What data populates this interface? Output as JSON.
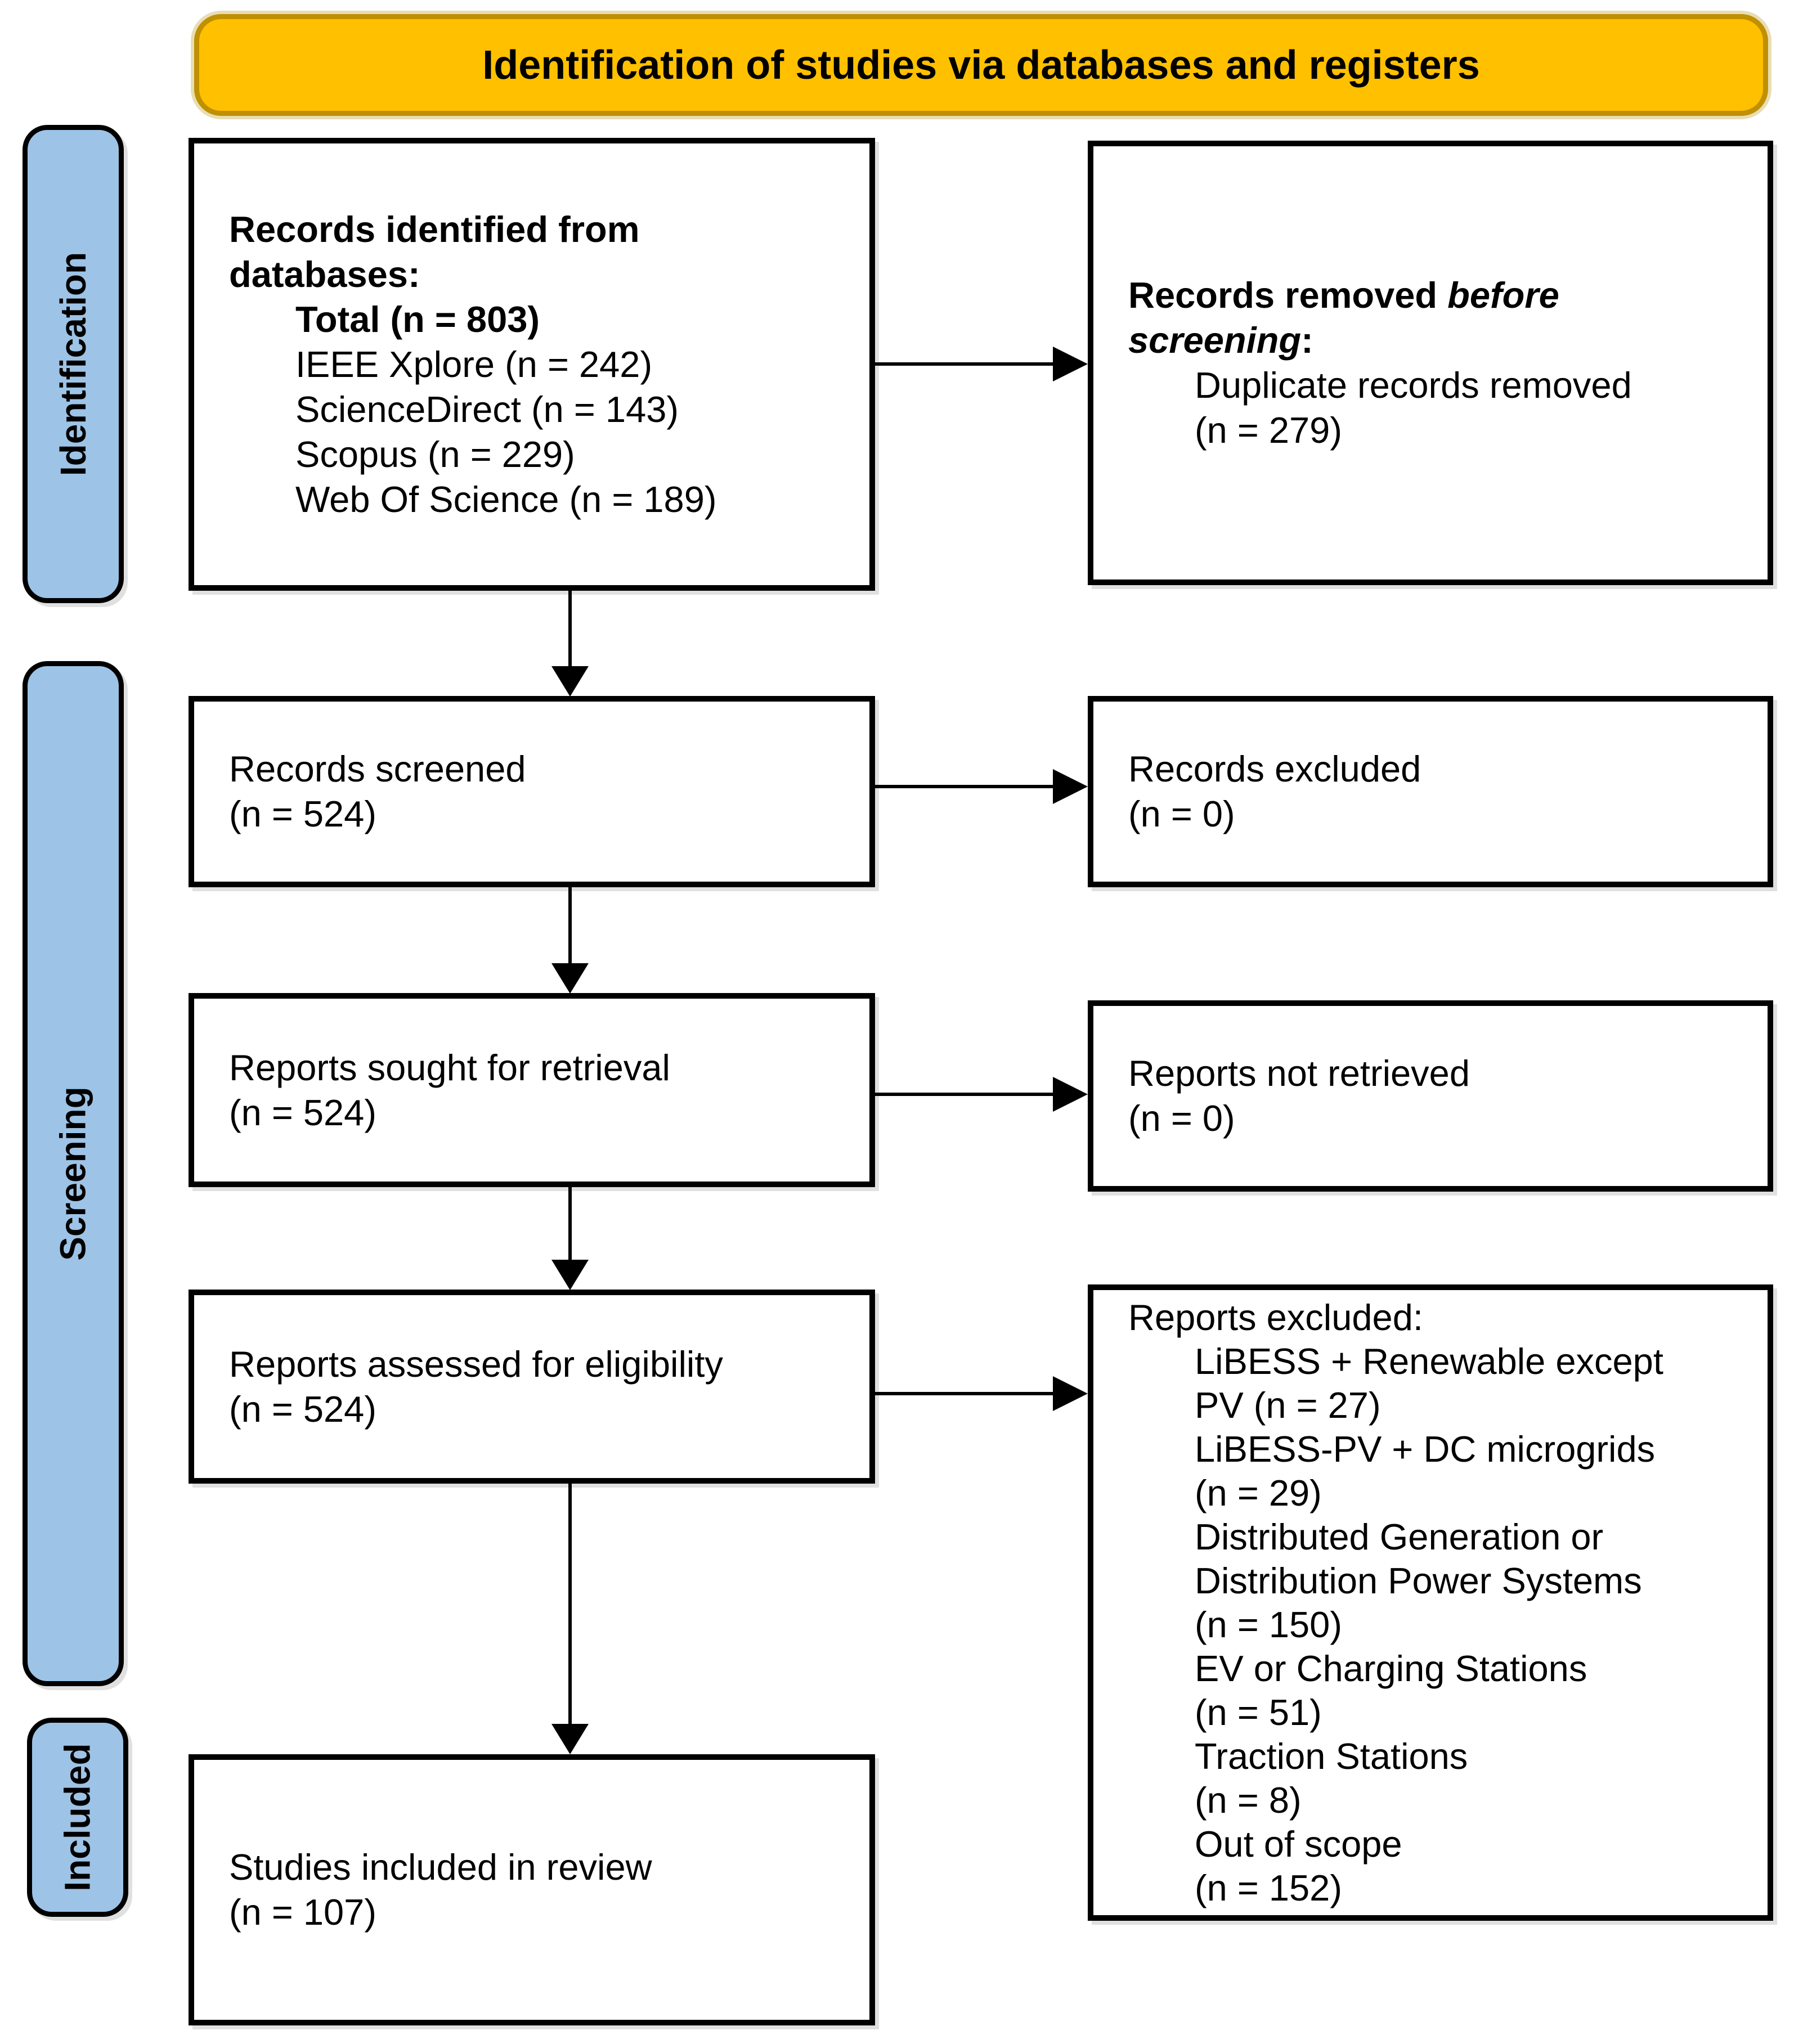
{
  "banner": {
    "label": "Identification of studies via databases and registers"
  },
  "sidebar": {
    "identification": "Identification",
    "screening": "Screening",
    "included": "Included"
  },
  "colors": {
    "banner_bg": "#FFC000",
    "banner_border": "#BF9000",
    "stage_bg": "#9DC3E6",
    "box_border": "#000000",
    "background": "#FFFFFF"
  },
  "boxes": {
    "records_identified": {
      "lines": [
        {
          "segs": [
            {
              "t": "Records identified from",
              "b": true
            }
          ]
        },
        {
          "segs": [
            {
              "t": "databases:",
              "b": true
            }
          ]
        },
        {
          "indent": 1,
          "segs": [
            {
              "t": "Total (n = 803)",
              "b": true
            }
          ]
        },
        {
          "indent": 1,
          "segs": [
            {
              "t": "IEEE Xplore (n = 242)"
            }
          ]
        },
        {
          "indent": 1,
          "segs": [
            {
              "t": "ScienceDirect (n = 143)"
            }
          ]
        },
        {
          "indent": 1,
          "segs": [
            {
              "t": "Scopus (n = 229)"
            }
          ]
        },
        {
          "indent": 1,
          "segs": [
            {
              "t": "Web Of Science (n = 189)"
            }
          ]
        }
      ]
    },
    "records_removed": {
      "lines": [
        {
          "segs": [
            {
              "t": "Records removed ",
              "b": true
            },
            {
              "t": "before",
              "b": true,
              "i": true
            }
          ]
        },
        {
          "segs": [
            {
              "t": "screening",
              "b": true,
              "i": true
            },
            {
              "t": ":",
              "b": true
            }
          ]
        },
        {
          "indent": 1,
          "segs": [
            {
              "t": "Duplicate records removed"
            }
          ]
        },
        {
          "indent": 1,
          "segs": [
            {
              "t": "(n = 279)"
            }
          ]
        }
      ]
    },
    "records_screened": {
      "lines": [
        {
          "segs": [
            {
              "t": "Records screened"
            }
          ]
        },
        {
          "segs": [
            {
              "t": "(n = 524)"
            }
          ]
        }
      ]
    },
    "records_excluded": {
      "lines": [
        {
          "segs": [
            {
              "t": "Records excluded"
            }
          ]
        },
        {
          "segs": [
            {
              "t": "(n = 0)"
            }
          ]
        }
      ]
    },
    "reports_sought": {
      "lines": [
        {
          "segs": [
            {
              "t": "Reports sought for retrieval"
            }
          ]
        },
        {
          "segs": [
            {
              "t": "(n = 524)"
            }
          ]
        }
      ]
    },
    "reports_not_retrieved": {
      "lines": [
        {
          "segs": [
            {
              "t": "Reports not retrieved"
            }
          ]
        },
        {
          "segs": [
            {
              "t": "(n = 0)"
            }
          ]
        }
      ]
    },
    "reports_assessed": {
      "lines": [
        {
          "segs": [
            {
              "t": "Reports assessed for eligibility"
            }
          ]
        },
        {
          "segs": [
            {
              "t": "(n = 524)"
            }
          ]
        }
      ]
    },
    "reports_excluded": {
      "lines": [
        {
          "segs": [
            {
              "t": "Reports excluded:"
            }
          ]
        },
        {
          "indent": 1,
          "segs": [
            {
              "t": "LiBESS + Renewable except"
            }
          ]
        },
        {
          "indent": 1,
          "segs": [
            {
              "t": "PV (n = 27)"
            }
          ]
        },
        {
          "indent": 1,
          "segs": [
            {
              "t": "LiBESS-PV + DC microgrids"
            }
          ]
        },
        {
          "indent": 1,
          "segs": [
            {
              "t": "(n = 29)"
            }
          ]
        },
        {
          "indent": 1,
          "segs": [
            {
              "t": "Distributed Generation or"
            }
          ]
        },
        {
          "indent": 1,
          "segs": [
            {
              "t": "Distribution Power Systems"
            }
          ]
        },
        {
          "indent": 1,
          "segs": [
            {
              "t": "(n = 150)"
            }
          ]
        },
        {
          "indent": 1,
          "segs": [
            {
              "t": "EV or Charging Stations"
            }
          ]
        },
        {
          "indent": 1,
          "segs": [
            {
              "t": "(n = 51)"
            }
          ]
        },
        {
          "indent": 1,
          "segs": [
            {
              "t": "Traction Stations"
            }
          ]
        },
        {
          "indent": 1,
          "segs": [
            {
              "t": "(n = 8)"
            }
          ]
        },
        {
          "indent": 1,
          "segs": [
            {
              "t": "Out of scope"
            }
          ]
        },
        {
          "indent": 1,
          "segs": [
            {
              "t": "(n = 152)"
            }
          ]
        }
      ]
    },
    "studies_included": {
      "lines": [
        {
          "segs": [
            {
              "t": "Studies included in review"
            }
          ]
        },
        {
          "segs": [
            {
              "t": "(n = 107)"
            }
          ]
        }
      ]
    }
  }
}
